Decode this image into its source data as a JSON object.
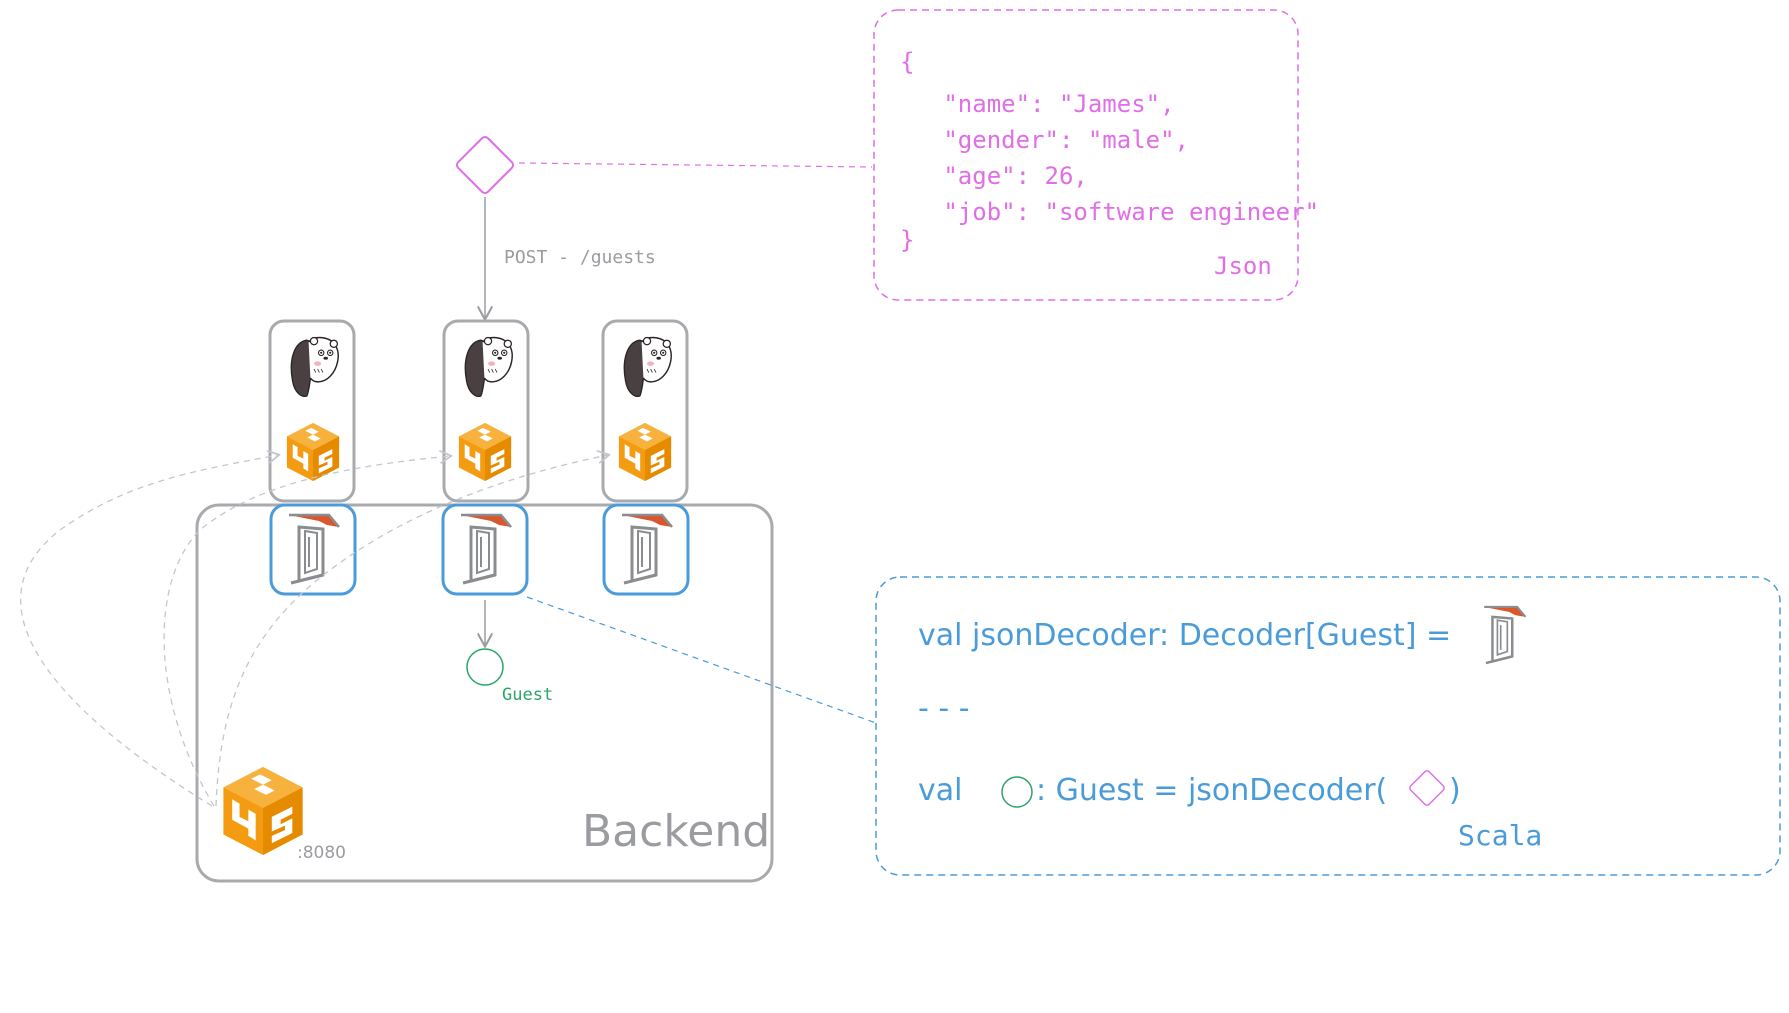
{
  "colors": {
    "json": "#e06ee6",
    "scala": "#4a9bd9",
    "gray": "#9a9ca0",
    "box": "#a8aaad",
    "orange": "#f39c12",
    "orange_dark": "#e67e00",
    "green": "#2aa568",
    "blue_border": "#4a9bd9"
  },
  "request": {
    "label": "POST - /guests"
  },
  "json_note": {
    "lines": [
      "{",
      "  \"name\": \"James\",",
      "  \"gender\": \"male\",",
      "  \"age\": 26,",
      "  \"job\": \"software engineer\"",
      "}"
    ],
    "caption": "Json"
  },
  "backend": {
    "title": "Backend",
    "port": ":8080",
    "guest_label": "Guest"
  },
  "scala_note": {
    "line1": "val jsonDecoder: Decoder[Guest] =",
    "separator": "- - -",
    "line3_prefix": "val",
    "line3_mid": ": Guest = jsonDecoder(",
    "line3_end": ")",
    "caption": "Scala"
  },
  "icons": {
    "client": "bear-client-icon",
    "http4s": "http4s-cube-icon",
    "circe": "circe-decoder-icon"
  }
}
